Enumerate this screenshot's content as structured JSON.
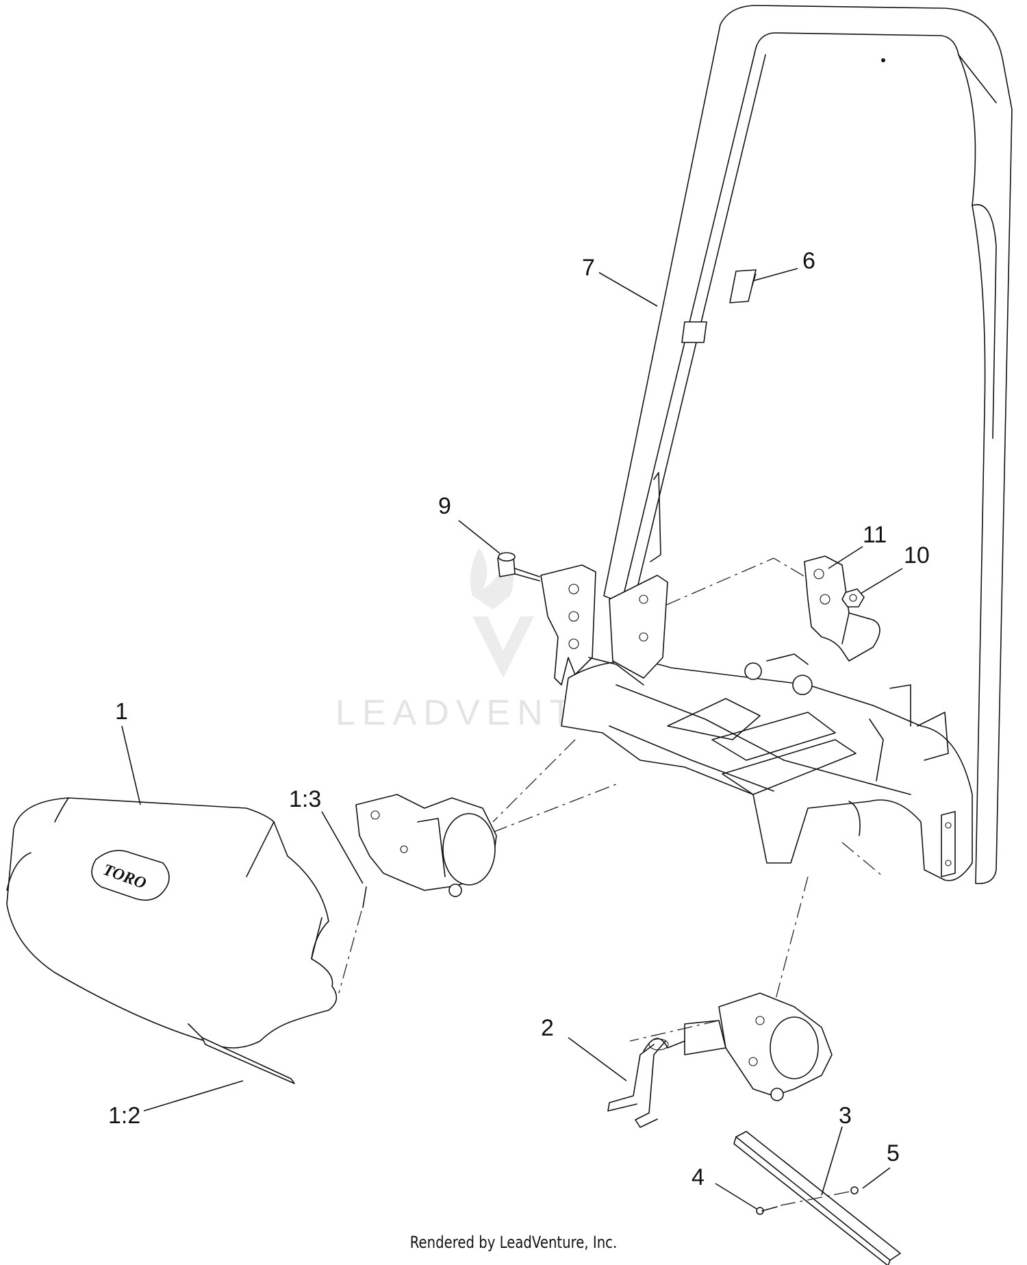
{
  "callouts": [
    {
      "label": "1"
    },
    {
      "label": "1:3"
    },
    {
      "label": "1:2"
    },
    {
      "label": "2"
    },
    {
      "label": "3"
    },
    {
      "label": "4"
    },
    {
      "label": "5"
    },
    {
      "label": "6"
    },
    {
      "label": "7"
    },
    {
      "label": "9"
    },
    {
      "label": "10"
    },
    {
      "label": "11"
    }
  ],
  "logo_text": "TORO",
  "watermark_text": "LEADVENTURE",
  "footer_text": "Rendered by LeadVenture, Inc."
}
